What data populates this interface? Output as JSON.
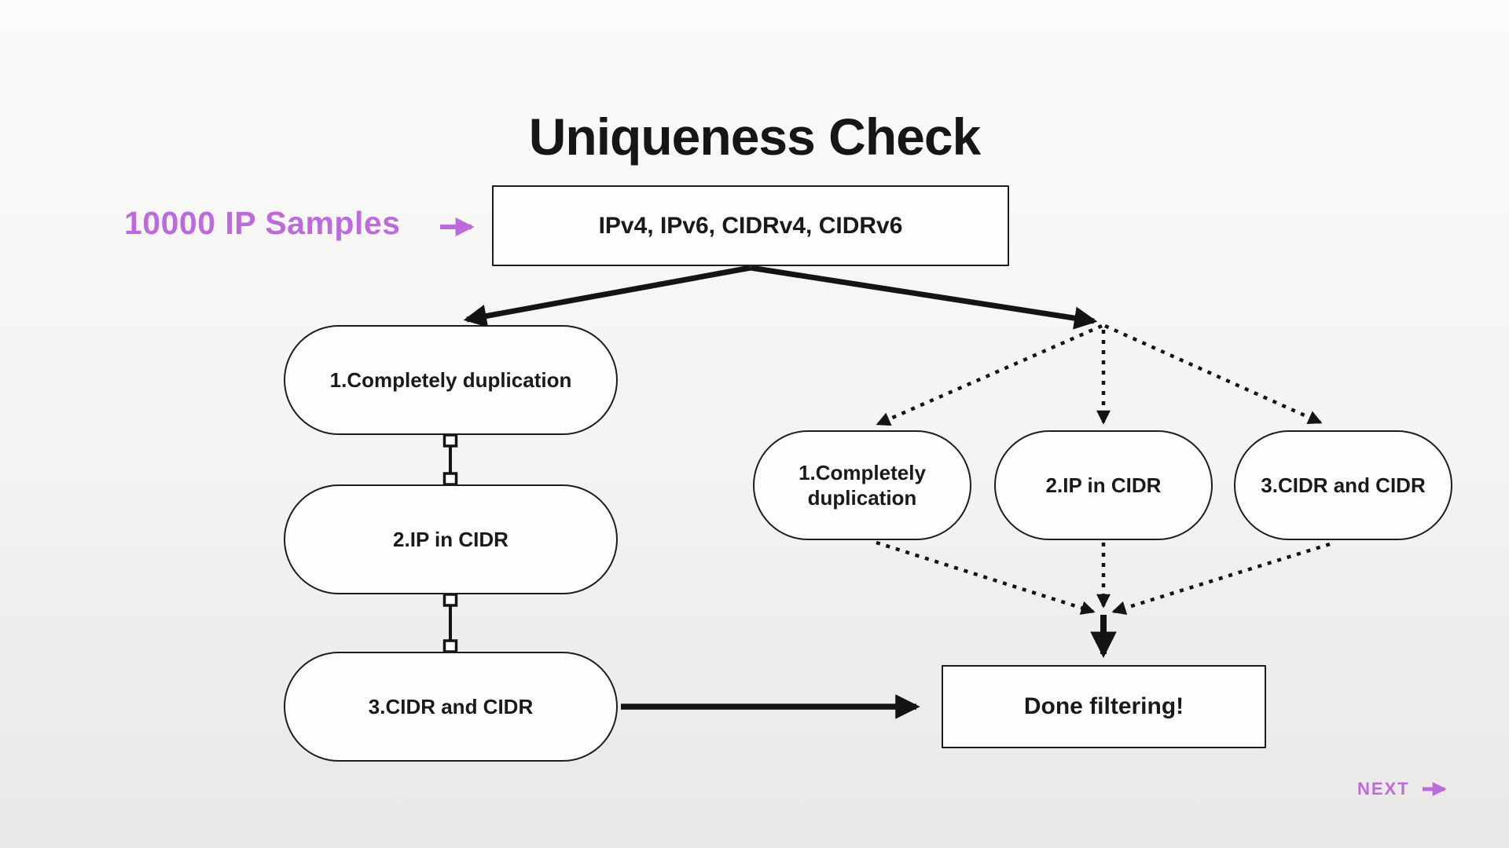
{
  "page": {
    "title": "Uniqueness Check"
  },
  "annotation": {
    "label": "10000 IP Samples"
  },
  "nodes": {
    "source": {
      "label": "IPv4, IPv6, CIDRv4, CIDRv6"
    },
    "left_flow": [
      {
        "label": "1.Completely duplication"
      },
      {
        "label": "2.IP in CIDR"
      },
      {
        "label": "3.CIDR and CIDR"
      }
    ],
    "right_flow": [
      {
        "label": "1.Completely duplication"
      },
      {
        "label": "2.IP in CIDR"
      },
      {
        "label": "3.CIDR and CIDR"
      }
    ],
    "done": {
      "label": "Done filtering!"
    }
  },
  "footer": {
    "next_label": "NEXT"
  },
  "colors": {
    "accent": "#bd6ade",
    "ink": "#141414",
    "node_fill": "#fdfdfc",
    "bg_top": "#fbfbfa",
    "bg_bottom": "#e8e8e6"
  }
}
